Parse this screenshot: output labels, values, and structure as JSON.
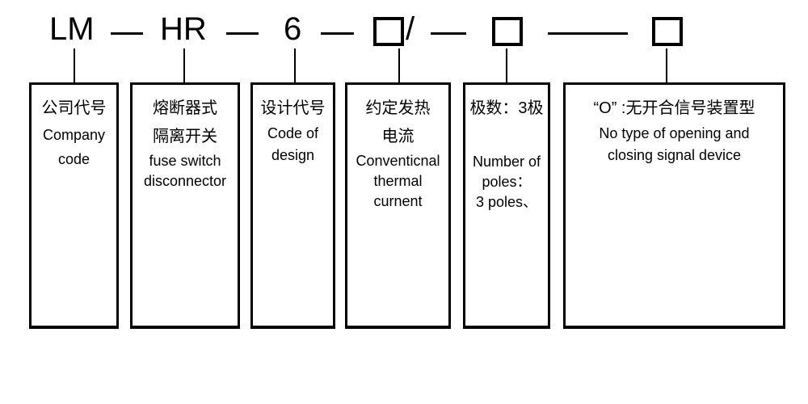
{
  "top_code": {
    "company_code": "LM",
    "product_type": "HR",
    "design_code": "6",
    "slash": "/"
  },
  "boxes": [
    {
      "zh": [
        "公司代号"
      ],
      "en": [
        "Company",
        "code"
      ]
    },
    {
      "zh": [
        "熔断器式",
        "隔离开关"
      ],
      "en": [
        "fuse switch",
        "disconnector"
      ]
    },
    {
      "zh": [
        "设计代号"
      ],
      "en": [
        "Code of",
        "design"
      ]
    },
    {
      "zh": [
        "约定发热",
        "电流"
      ],
      "en": [
        "Conventicnal",
        "thermal",
        "curnent"
      ]
    },
    {
      "zh": [
        "极数：3极"
      ],
      "en": [
        "Number of",
        "poles：",
        "3 poles、"
      ]
    },
    {
      "zh": [
        "“O” :无开合信号装置型"
      ],
      "en": [
        "No type of opening and",
        "closing signal device"
      ]
    }
  ],
  "colors": {
    "line": "#000000",
    "background": "#ffffff"
  }
}
